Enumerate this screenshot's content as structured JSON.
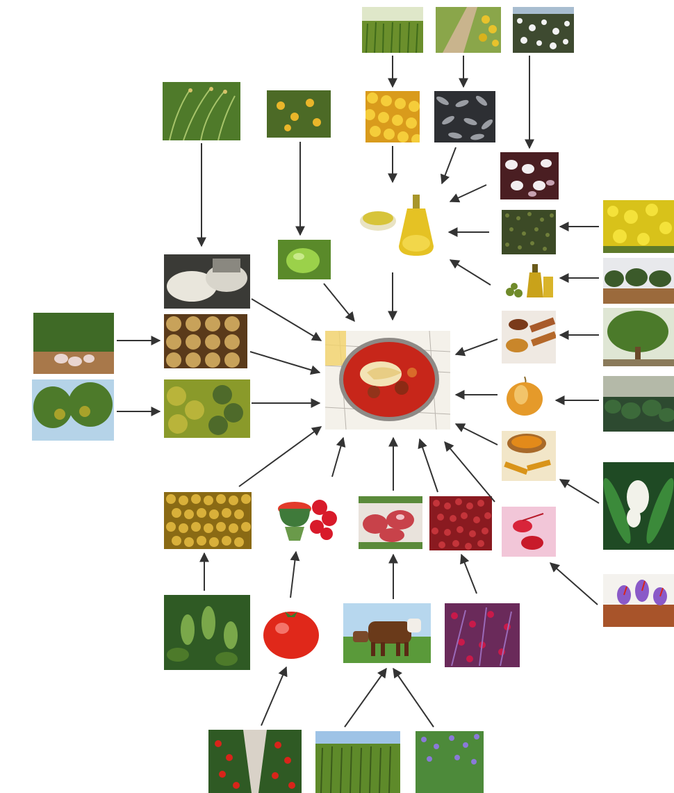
{
  "diagram": {
    "colors": {
      "background": "#ffffff",
      "arrow": "#333333"
    },
    "nodes": [
      {
        "id": "dish",
        "icon": "stew-dish-icon"
      },
      {
        "id": "wheat-field",
        "icon": "wheat-field-icon"
      },
      {
        "id": "sunflower-field",
        "icon": "sunflower-field-icon"
      },
      {
        "id": "cotton-field",
        "icon": "cotton-field-icon"
      },
      {
        "id": "corn-kernels",
        "icon": "corn-kernels-icon"
      },
      {
        "id": "sunflower-seeds",
        "icon": "sunflower-seeds-icon"
      },
      {
        "id": "cotton-seeds",
        "icon": "cotton-seeds-icon"
      },
      {
        "id": "cooking-oil",
        "icon": "cooking-oil-icon"
      },
      {
        "id": "rice-plant",
        "icon": "rice-plant-icon"
      },
      {
        "id": "lemon-tree",
        "icon": "lemon-tree-icon"
      },
      {
        "id": "rice-grain",
        "icon": "rice-grain-icon"
      },
      {
        "id": "lime",
        "icon": "lime-icon"
      },
      {
        "id": "potato-plant",
        "icon": "potato-plant-icon"
      },
      {
        "id": "potatoes",
        "icon": "potatoes-icon"
      },
      {
        "id": "sumac-tree",
        "icon": "sumac-tree-icon"
      },
      {
        "id": "dried-fruit",
        "icon": "dried-fruit-icon"
      },
      {
        "id": "canola-field",
        "icon": "canola-field-icon"
      },
      {
        "id": "canola-seeds",
        "icon": "canola-seeds-icon"
      },
      {
        "id": "olive-grove",
        "icon": "olive-grove-icon"
      },
      {
        "id": "olive-oil",
        "icon": "olive-oil-icon"
      },
      {
        "id": "cinnamon-tree",
        "icon": "cinnamon-tree-icon"
      },
      {
        "id": "cinnamon",
        "icon": "cinnamon-icon"
      },
      {
        "id": "onion-field",
        "icon": "onion-field-icon"
      },
      {
        "id": "onion",
        "icon": "onion-icon"
      },
      {
        "id": "turmeric-plant",
        "icon": "turmeric-plant-icon"
      },
      {
        "id": "turmeric",
        "icon": "turmeric-icon"
      },
      {
        "id": "saffron-flower",
        "icon": "saffron-flower-icon"
      },
      {
        "id": "saffron",
        "icon": "saffron-icon"
      },
      {
        "id": "chickpeas",
        "icon": "chickpeas-icon"
      },
      {
        "id": "chickpea-plant",
        "icon": "chickpea-plant-icon"
      },
      {
        "id": "tomato-paste",
        "icon": "tomato-paste-icon"
      },
      {
        "id": "tomato",
        "icon": "tomato-icon"
      },
      {
        "id": "tomato-greenhouse",
        "icon": "tomato-greenhouse-icon"
      },
      {
        "id": "meat",
        "icon": "meat-icon"
      },
      {
        "id": "cattle",
        "icon": "cattle-icon"
      },
      {
        "id": "maize-field",
        "icon": "maize-field-icon"
      },
      {
        "id": "alfalfa-field",
        "icon": "alfalfa-field-icon"
      },
      {
        "id": "barberries",
        "icon": "barberries-icon"
      },
      {
        "id": "barberry-shrub",
        "icon": "barberry-shrub-icon"
      }
    ],
    "edges": [
      {
        "from": "wheat-field",
        "to": "corn-kernels"
      },
      {
        "from": "sunflower-field",
        "to": "sunflower-seeds"
      },
      {
        "from": "cotton-field",
        "to": "cotton-seeds"
      },
      {
        "from": "corn-kernels",
        "to": "cooking-oil"
      },
      {
        "from": "sunflower-seeds",
        "to": "cooking-oil"
      },
      {
        "from": "cotton-seeds",
        "to": "cooking-oil"
      },
      {
        "from": "canola-seeds",
        "to": "cooking-oil"
      },
      {
        "from": "olive-oil",
        "to": "cooking-oil"
      },
      {
        "from": "canola-field",
        "to": "canola-seeds"
      },
      {
        "from": "olive-grove",
        "to": "olive-oil"
      },
      {
        "from": "cooking-oil",
        "to": "dish"
      },
      {
        "from": "rice-plant",
        "to": "rice-grain"
      },
      {
        "from": "lemon-tree",
        "to": "lime"
      },
      {
        "from": "rice-grain",
        "to": "dish"
      },
      {
        "from": "lime",
        "to": "dish"
      },
      {
        "from": "potato-plant",
        "to": "potatoes"
      },
      {
        "from": "potatoes",
        "to": "dish"
      },
      {
        "from": "sumac-tree",
        "to": "dried-fruit"
      },
      {
        "from": "dried-fruit",
        "to": "dish"
      },
      {
        "from": "cinnamon-tree",
        "to": "cinnamon"
      },
      {
        "from": "cinnamon",
        "to": "dish"
      },
      {
        "from": "onion-field",
        "to": "onion"
      },
      {
        "from": "onion",
        "to": "dish"
      },
      {
        "from": "turmeric-plant",
        "to": "turmeric"
      },
      {
        "from": "turmeric",
        "to": "dish"
      },
      {
        "from": "saffron-flower",
        "to": "saffron"
      },
      {
        "from": "saffron",
        "to": "dish"
      },
      {
        "from": "chickpea-plant",
        "to": "chickpeas"
      },
      {
        "from": "chickpeas",
        "to": "dish"
      },
      {
        "from": "tomato-greenhouse",
        "to": "tomato"
      },
      {
        "from": "tomato",
        "to": "tomato-paste"
      },
      {
        "from": "tomato-paste",
        "to": "dish"
      },
      {
        "from": "maize-field",
        "to": "cattle"
      },
      {
        "from": "alfalfa-field",
        "to": "cattle"
      },
      {
        "from": "cattle",
        "to": "meat"
      },
      {
        "from": "meat",
        "to": "dish"
      },
      {
        "from": "barberry-shrub",
        "to": "barberries"
      },
      {
        "from": "barberries",
        "to": "dish"
      }
    ]
  }
}
